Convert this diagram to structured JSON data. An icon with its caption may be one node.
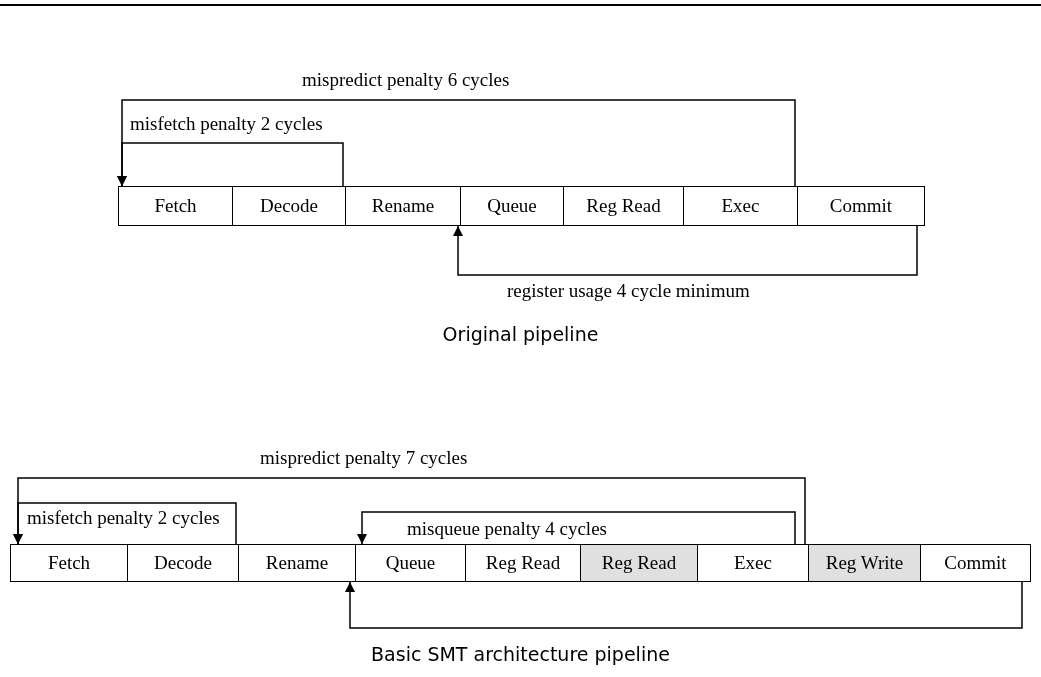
{
  "diagram": {
    "nodes": [
      {
        "text": [
          "Fetch"
        ]
      },
      {
        "text": [
          "Decode"
        ]
      },
      {
        "text": [
          "Rename"
        ]
      },
      {
        "text": [
          "Queue"
        ]
      },
      {
        "text": [
          "Reg Read"
        ]
      },
      {
        "text": [
          "Exec"
        ]
      },
      {
        "text": [
          "Commit"
        ]
      },
      {
        "text": [
          "Fetch"
        ]
      },
      {
        "text": [
          "Decode"
        ]
      },
      {
        "text": [
          "Rename"
        ]
      },
      {
        "text": [
          "Queue"
        ]
      },
      {
        "text": [
          "Reg Read"
        ]
      },
      {
        "text": [
          "Reg Read"
        ]
      },
      {
        "text": [
          "Exec"
        ]
      },
      {
        "text": [
          "Reg Write"
        ]
      },
      {
        "text": [
          "Commit"
        ]
      }
    ],
    "edges": [
      {
        "from": 5,
        "to": 0,
        "arrow": "to",
        "label": "mispredict penalty 6 cycles"
      },
      {
        "from": 1,
        "to": 0,
        "arrow": "to",
        "label": "misfetch penalty 2 cycles"
      },
      {
        "from": 6,
        "to": 2,
        "arrow": "to",
        "label": "register usage 4 cycle minimum"
      },
      {
        "from": 13,
        "to": 7,
        "arrow": "to",
        "label": "mispredict penalty 7 cycles"
      },
      {
        "from": 8,
        "to": 7,
        "arrow": "to",
        "label": "misfetch penalty 2 cycles"
      },
      {
        "from": 13,
        "to": 10,
        "arrow": "to",
        "label": "misqueue penalty 4 cycles"
      },
      {
        "from": 15,
        "to": 9,
        "arrow": "to"
      }
    ],
    "labels": [
      "Original pipeline",
      "Basic SMT architecture pipeline"
    ]
  }
}
